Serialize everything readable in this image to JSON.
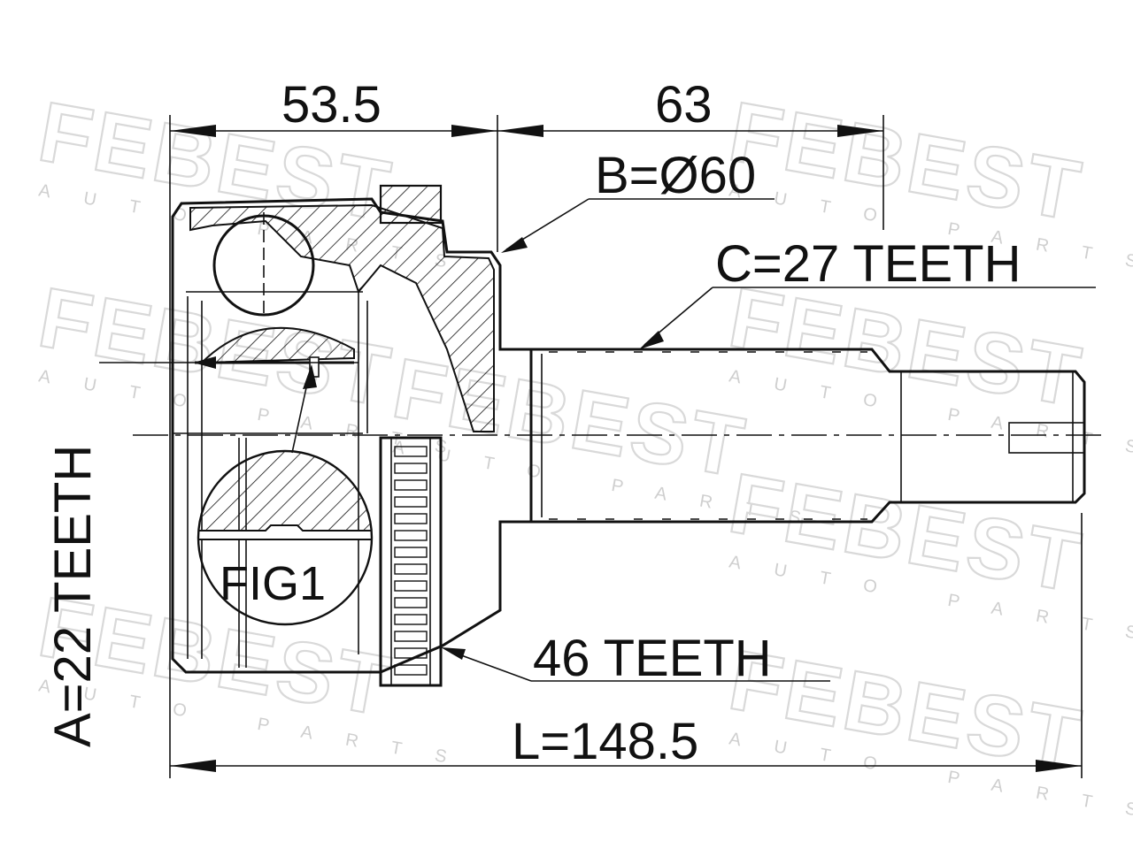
{
  "watermark": {
    "brand": "FEBEST",
    "subtitle": "AUTO PARTS"
  },
  "dimensions": {
    "length_a": "53.5",
    "length_b": "63",
    "diameter": "B=Ø60",
    "outer_teeth": "C=27 TEETH",
    "inner_teeth": "A=22 TEETH",
    "abs_teeth": "46 TEETH",
    "overall_length": "L=148.5",
    "figure_label": "FIG1"
  },
  "colors": {
    "line": "#111111",
    "watermark": "#d9d9d9"
  }
}
